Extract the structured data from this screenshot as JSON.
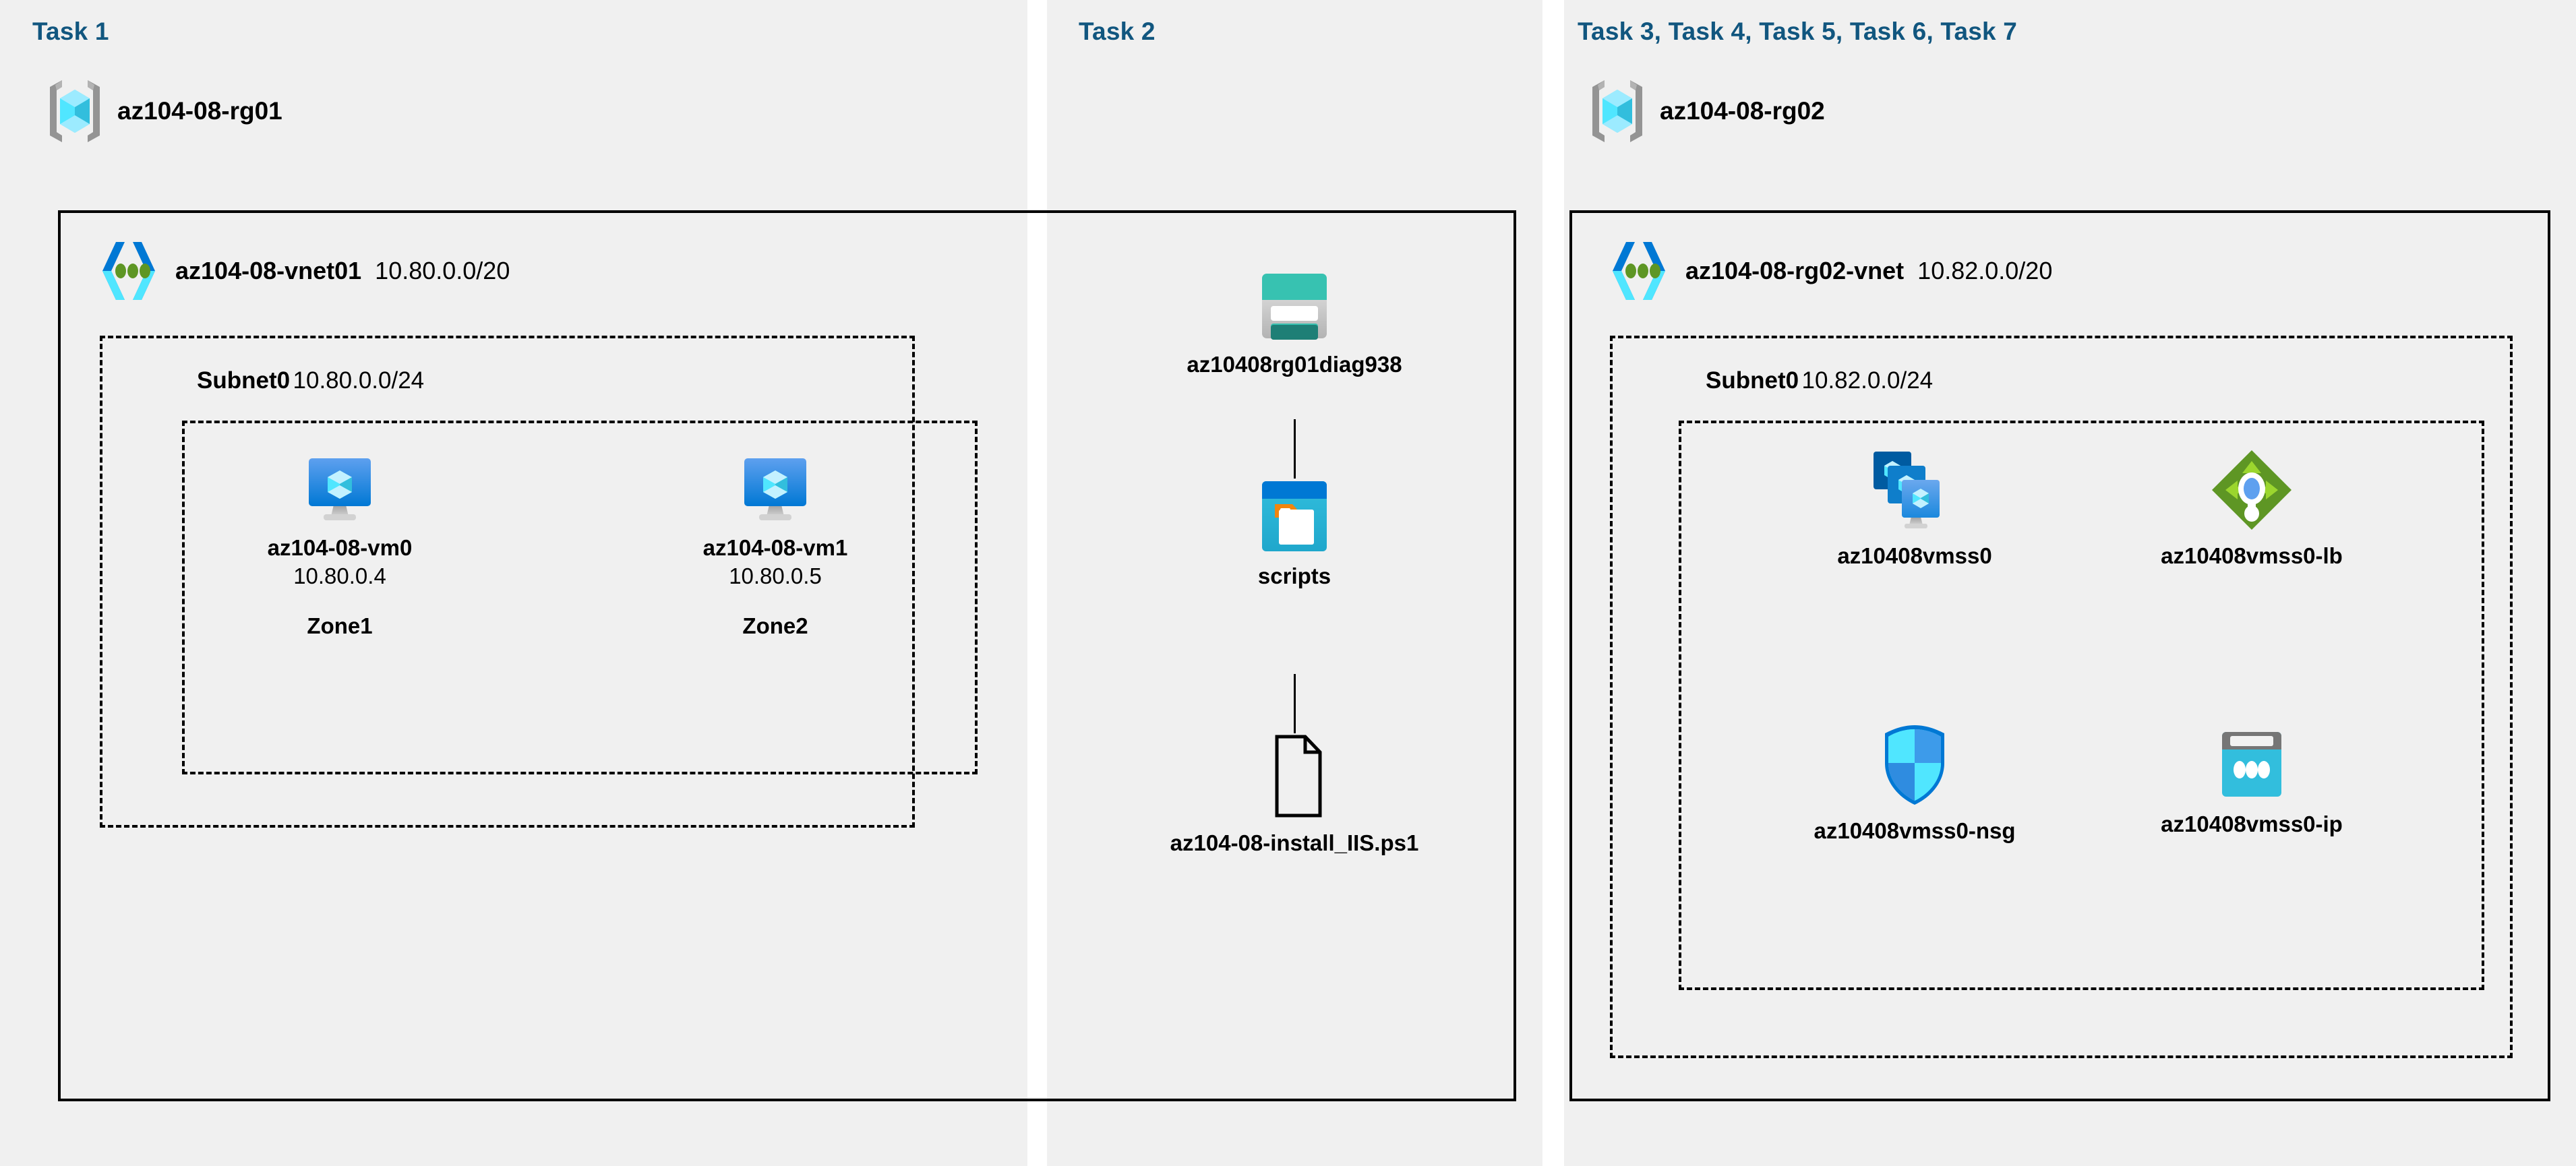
{
  "page": {
    "background": "#ffffff",
    "panel_background": "#f0f0f0",
    "title_color": "#11567f",
    "border_color": "#000000"
  },
  "columns": [
    {
      "id": "task1",
      "title": "Task 1",
      "resource_group": {
        "name": "az104-08-rg01",
        "icon": "resource-group-icon"
      },
      "vnet": {
        "name": "az104-08-vnet01",
        "cidr": "10.80.0.0/20",
        "icon": "virtual-network-icon"
      },
      "subnet": {
        "name": "Subnet0",
        "cidr": "10.80.0.0/24"
      },
      "vms": [
        {
          "name": "az104-08-vm0",
          "ip": "10.80.0.4",
          "zone": "Zone1",
          "icon": "virtual-machine-icon"
        },
        {
          "name": "az104-08-vm1",
          "ip": "10.80.0.5",
          "zone": "Zone2",
          "icon": "virtual-machine-icon"
        }
      ]
    },
    {
      "id": "task2",
      "title": "Task 2",
      "nodes": [
        {
          "name": "az10408rg01diag938",
          "icon": "storage-account-icon"
        },
        {
          "name": "scripts",
          "icon": "blob-container-icon"
        },
        {
          "name": "az104-08-install_IIS.ps1",
          "icon": "file-icon"
        }
      ]
    },
    {
      "id": "task3to7",
      "title": "Task 3, Task 4, Task 5, Task 6, Task 7",
      "resource_group": {
        "name": "az104-08-rg02",
        "icon": "resource-group-icon"
      },
      "vnet": {
        "name": "az104-08-rg02-vnet",
        "cidr": "10.82.0.0/20",
        "icon": "virtual-network-icon"
      },
      "subnet": {
        "name": "Subnet0",
        "cidr": "10.82.0.0/24"
      },
      "resources": [
        {
          "name": "az10408vmss0",
          "icon": "vm-scale-set-icon"
        },
        {
          "name": "az10408vmss0-lb",
          "icon": "load-balancer-icon"
        },
        {
          "name": "az10408vmss0-nsg",
          "icon": "network-security-group-icon"
        },
        {
          "name": "az10408vmss0-ip",
          "icon": "public-ip-address-icon"
        }
      ]
    }
  ],
  "colors": {
    "azure_blue": "#0078d4",
    "cyan": "#32bedd",
    "light_cyan": "#9cebff",
    "teal": "#37c2b1",
    "dark_teal": "#1e7f76",
    "green": "#5e9624",
    "light_green": "#9bd62e",
    "gray": "#949494",
    "dark_blue": "#005ba1"
  }
}
